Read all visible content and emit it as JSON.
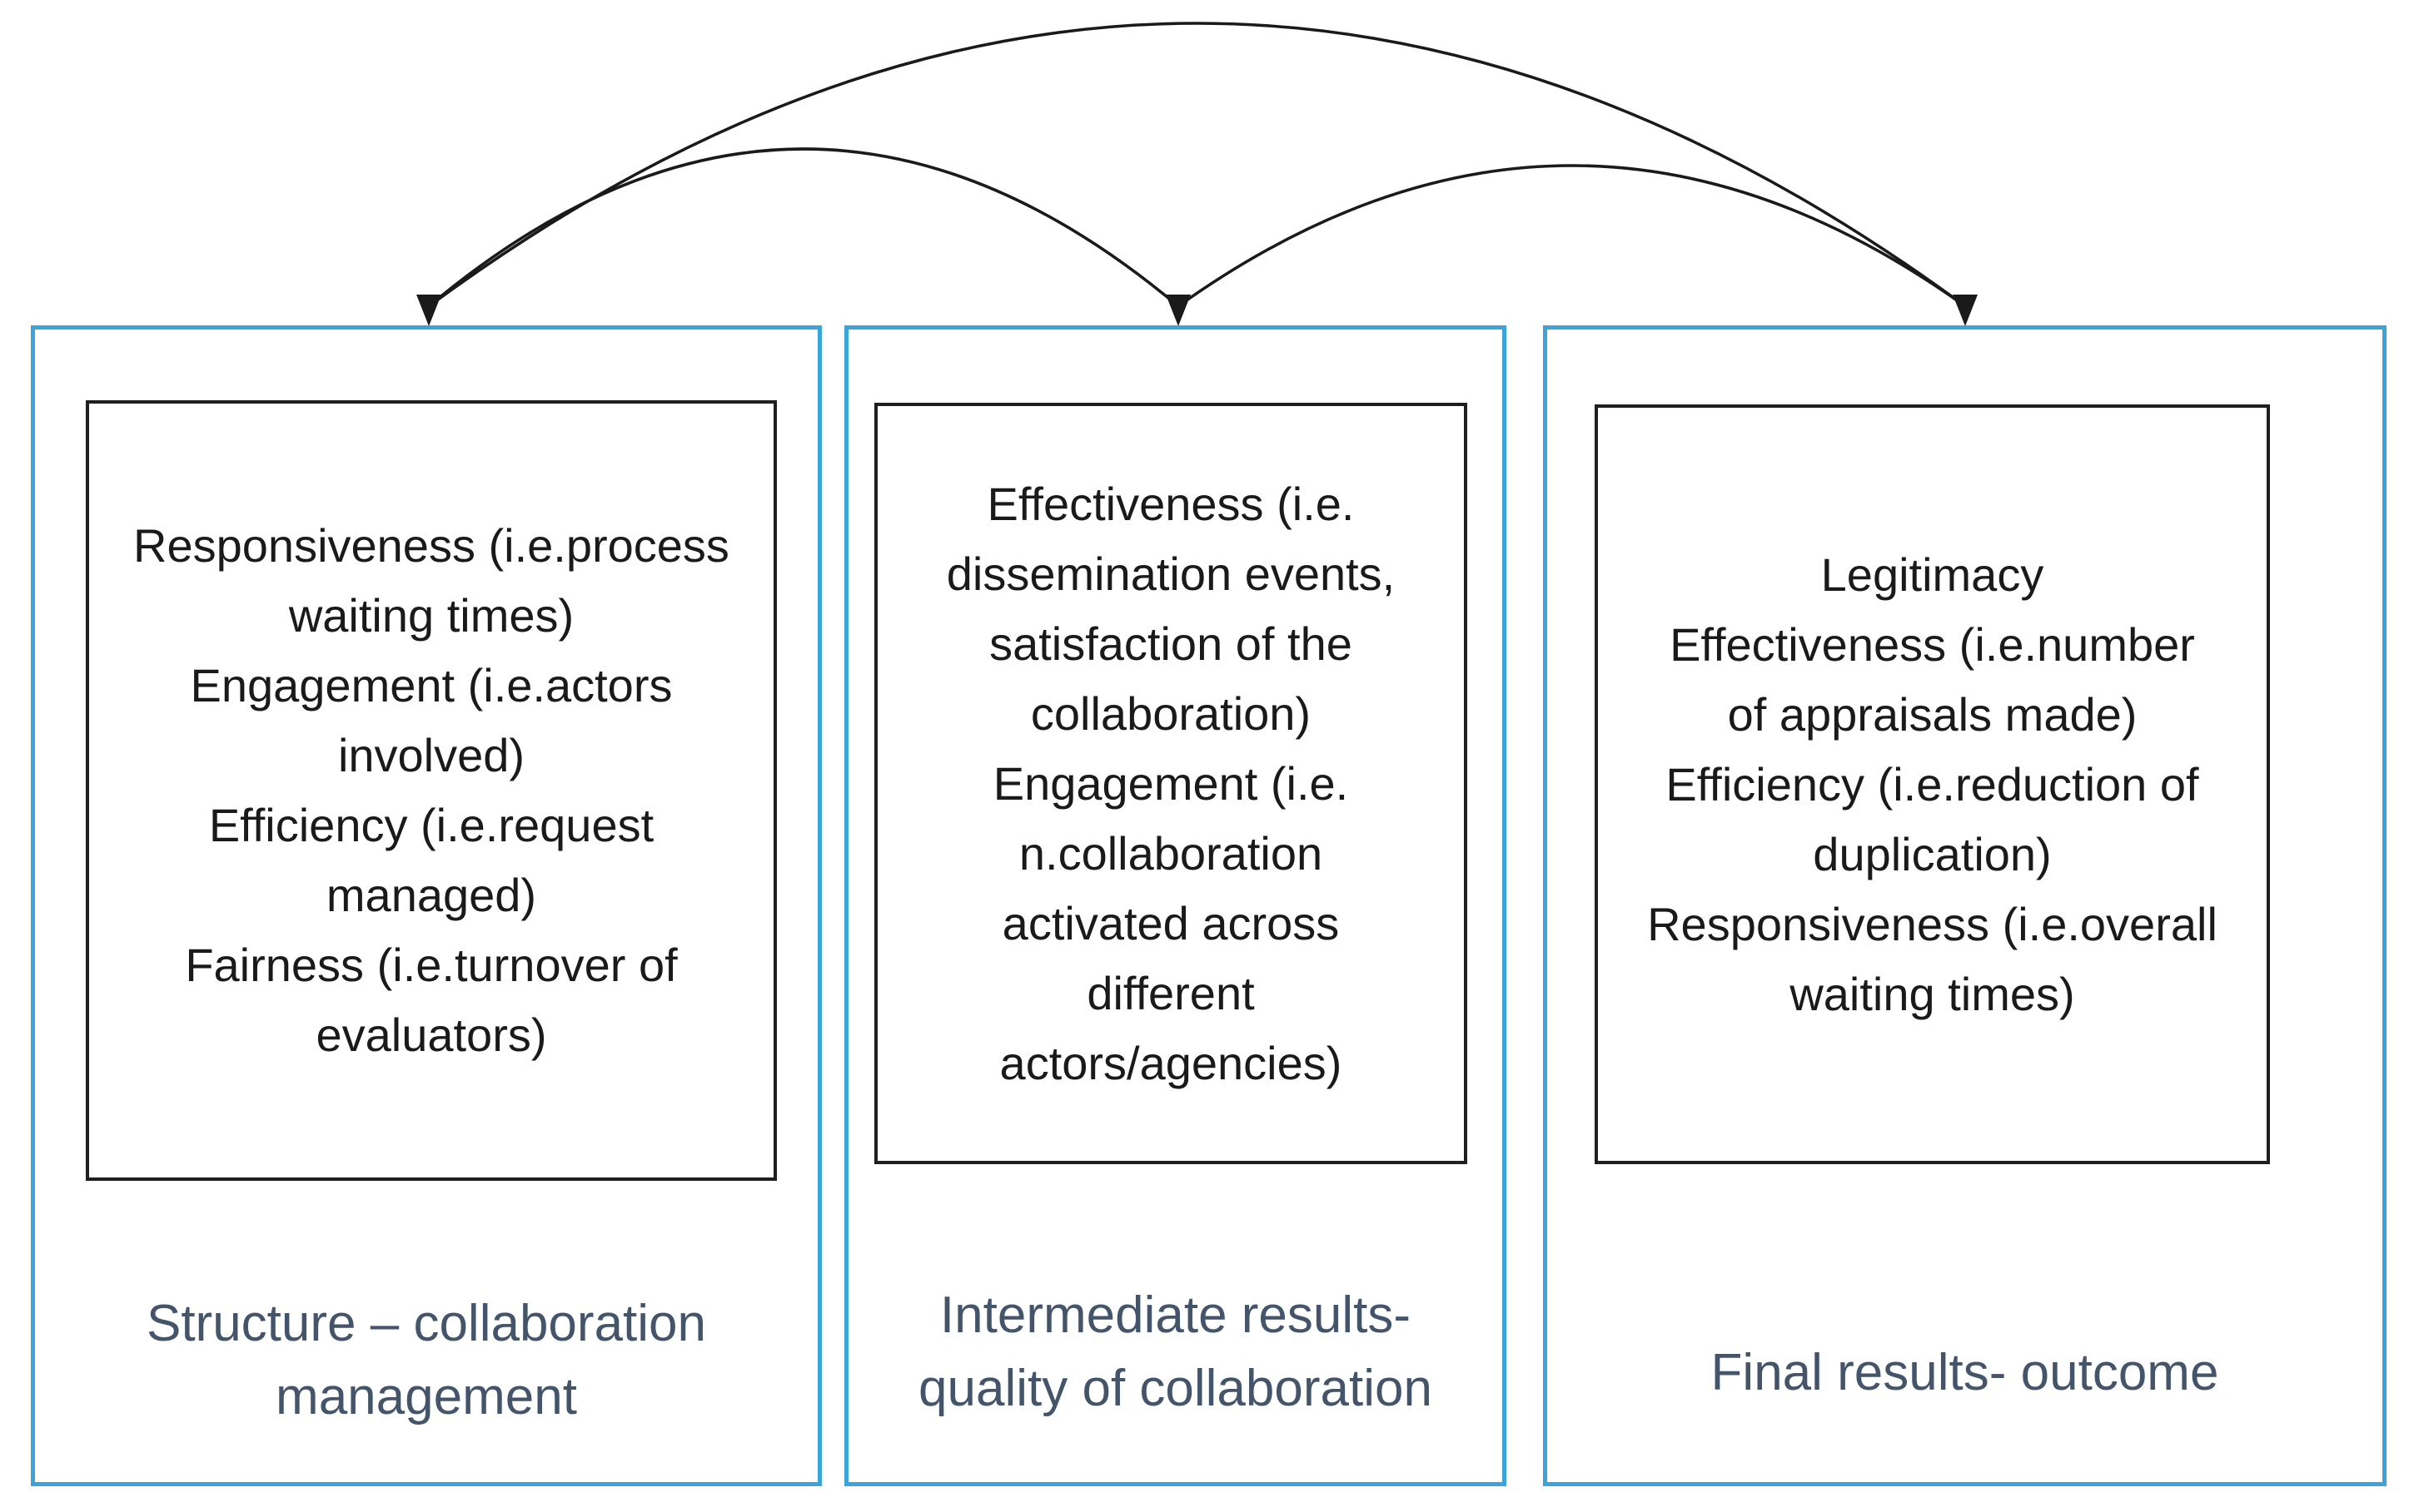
{
  "diagram": {
    "type": "flow-feedback-diagram",
    "colors": {
      "outer_border": "#3AA5DB",
      "inner_border": "#1f1f1f",
      "arrow": "#1a1a1a",
      "label_text": "#44546A",
      "body_text": "#1a1a1a"
    },
    "columns": [
      {
        "id": "structure",
        "indicator_lines": [
          "Responsiveness (i.e.process",
          "waiting times)",
          "Engagement (i.e.actors",
          "involved)",
          "Efficiency (i.e.request",
          "managed)",
          "Fairness (i.e.turnover of",
          "evaluators)"
        ],
        "label_lines": [
          "Structure – collaboration",
          "management"
        ]
      },
      {
        "id": "intermediate-results",
        "indicator_lines": [
          "Effectiveness (i.e.",
          "dissemination events,",
          "satisfaction of the",
          "collaboration)",
          "Engagement (i.e.",
          "n.collaboration",
          "activated across",
          "different",
          "actors/agencies)"
        ],
        "label_lines": [
          "Intermediate results-",
          "quality of collaboration"
        ]
      },
      {
        "id": "final-results",
        "indicator_lines": [
          "Legitimacy",
          "Effectiveness (i.e.number",
          "of appraisals made)",
          "Efficiency (i.e.reduction of",
          "duplication)",
          "Responsiveness (i.e.overall",
          "waiting times)"
        ],
        "label_lines": [
          "Final results- outcome"
        ]
      }
    ],
    "connectors": [
      {
        "from": "final-results",
        "to": "structure",
        "shape": "large-arc"
      },
      {
        "from": "intermediate-results",
        "to": "structure",
        "shape": "medium-arc"
      },
      {
        "from": "final-results",
        "to": "intermediate-results",
        "shape": "medium-arc"
      }
    ]
  }
}
